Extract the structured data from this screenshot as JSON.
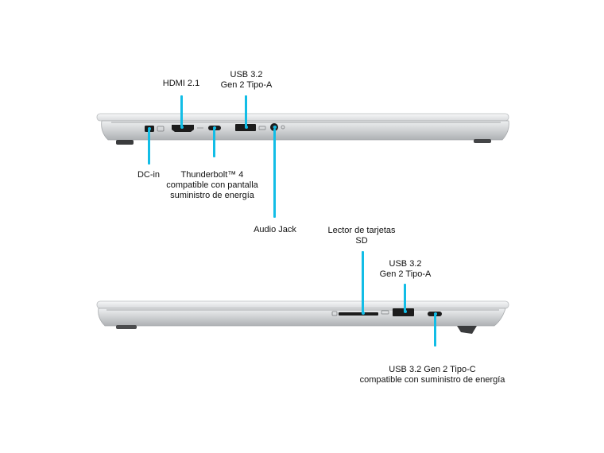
{
  "top_view": {
    "labels": {
      "hdmi": "HDMI 2.1",
      "usb_a_line1": "USB 3.2",
      "usb_a_line2": "Gen 2 Tipo-A",
      "dc_in": "DC-in",
      "thunderbolt_line1": "Thunderbolt™ 4",
      "thunderbolt_line2": "compatible con pantalla",
      "thunderbolt_line3": "suministro de energía",
      "audio": "Audio Jack"
    }
  },
  "bottom_view": {
    "labels": {
      "sd_line1": "Lector de tarjetas",
      "sd_line2": "SD",
      "usb_a_line1": "USB 3.2",
      "usb_a_line2": "Gen 2 Tipo-A",
      "usb_c_line1": "USB 3.2 Gen 2 Tipo-C",
      "usb_c_line2": "compatible con suministro de energía"
    }
  },
  "colors": {
    "leader": "#12bde6",
    "chassis": "#c9cbcd",
    "port": "#1c1c1c"
  }
}
